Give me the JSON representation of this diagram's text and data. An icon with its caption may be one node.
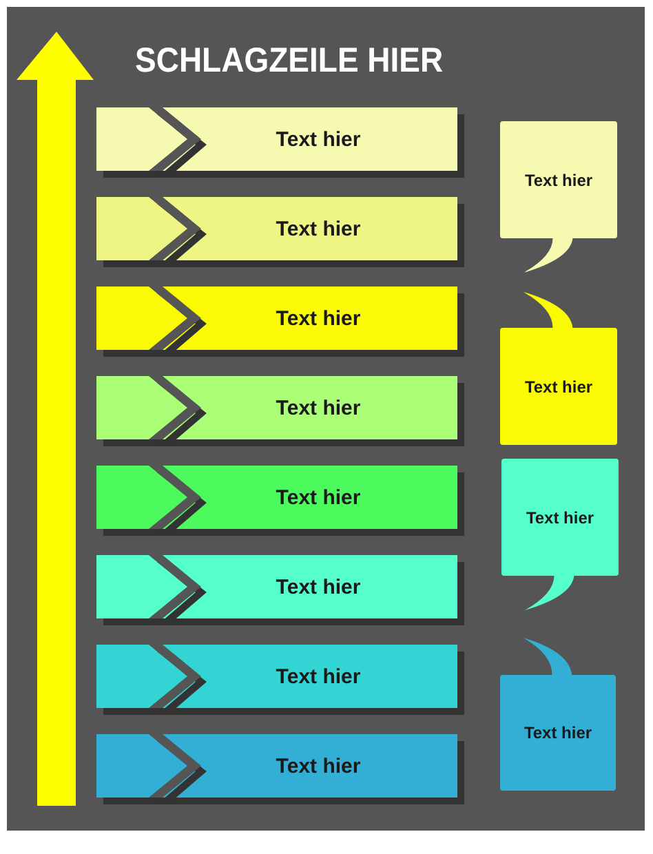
{
  "diagram": {
    "title": "SCHLAGZEILE HIER",
    "nodes": [
      {
        "text": [
          "Text hier"
        ]
      },
      {
        "text": [
          "Text hier"
        ]
      },
      {
        "text": [
          "Text hier"
        ]
      },
      {
        "text": [
          "Text hier"
        ]
      },
      {
        "text": [
          "Text hier"
        ]
      },
      {
        "text": [
          "Text hier"
        ]
      },
      {
        "text": [
          "Text hier"
        ]
      },
      {
        "text": [
          "Text hier"
        ]
      },
      {
        "text": [
          "Text hier"
        ]
      },
      {
        "text": [
          "Text hier"
        ]
      },
      {
        "text": [
          "Text hier"
        ]
      },
      {
        "text": [
          "Text hier"
        ]
      }
    ]
  }
}
